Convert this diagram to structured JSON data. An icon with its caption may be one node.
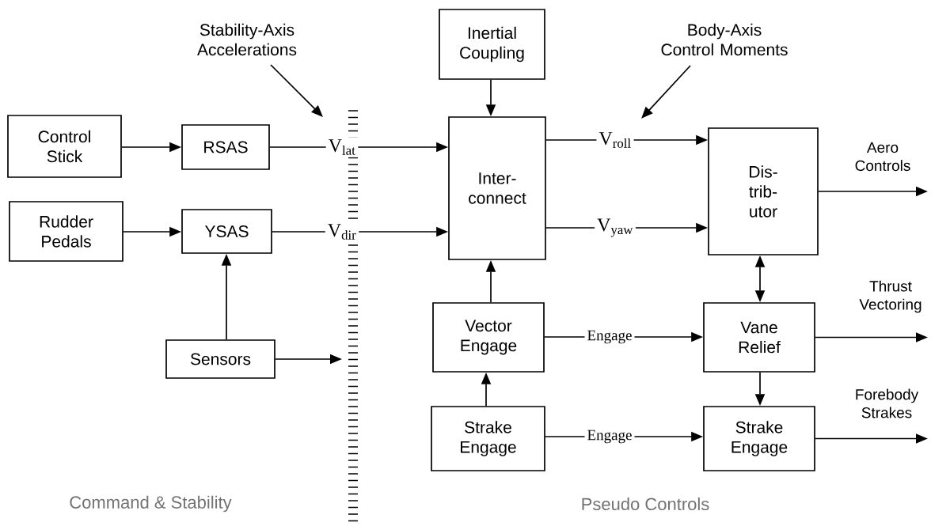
{
  "diagram": {
    "nodes": [
      {
        "text": [
          "Control Stick"
        ]
      },
      {
        "text": [
          "RSAS"
        ]
      },
      {
        "text": [
          "Rudder Pedals"
        ]
      },
      {
        "text": [
          "YSAS"
        ]
      },
      {
        "text": [
          "Sensors"
        ]
      },
      {
        "text": [
          "Inertial Coupling"
        ]
      },
      {
        "text": [
          "Inter- connect"
        ]
      },
      {
        "text": [
          "Dis- trib- utor"
        ]
      },
      {
        "text": [
          "Vector Engage"
        ]
      },
      {
        "text": [
          "Strake Engage"
        ]
      },
      {
        "text": [
          "Vane Relief"
        ]
      },
      {
        "text": [
          "Strake Engage"
        ]
      },
      {
        "text": [
          "Stability-Axis Accelerations"
        ]
      },
      {
        "text": [
          "Body-Axis Control Moments"
        ]
      }
    ],
    "edges": [
      {
        "from": 0,
        "to": 1,
        "arrow": "to"
      },
      {
        "from": 2,
        "to": 3,
        "arrow": "to"
      },
      {
        "from": 1,
        "to": 6,
        "arrow": "to",
        "label": "V$_{lat}$"
      },
      {
        "from": 3,
        "to": 6,
        "arrow": "to",
        "label": "V$_{dir}$"
      },
      {
        "from": 4,
        "to": 3,
        "arrow": "to"
      },
      {
        "from": 4,
        "to": null,
        "arrow": "to"
      },
      {
        "from": 5,
        "to": 6,
        "arrow": "to"
      },
      {
        "from": 6,
        "to": 7,
        "arrow": "to",
        "label": "V$_{roll}$"
      },
      {
        "from": 6,
        "to": 7,
        "arrow": "to",
        "label": "V$_{yaw}$"
      },
      {
        "from": 8,
        "to": 6,
        "arrow": "to"
      },
      {
        "from": 9,
        "to": 8,
        "arrow": "to"
      },
      {
        "from": 8,
        "to": 10,
        "arrow": "to",
        "label": "Engage"
      },
      {
        "from": 9,
        "to": 11,
        "arrow": "to",
        "label": "Engage"
      },
      {
        "from": 7,
        "to": 10,
        "arrow": "both"
      },
      {
        "from": 10,
        "to": 11,
        "arrow": "to"
      },
      {
        "from": 7,
        "to": null,
        "arrow": "to"
      },
      {
        "from": 10,
        "to": null,
        "arrow": "to"
      },
      {
        "from": 11,
        "to": null,
        "arrow": "to"
      },
      {
        "from": 12,
        "to": null,
        "arrow": "to"
      },
      {
        "from": 13,
        "to": null,
        "arrow": "to"
      }
    ],
    "labels": [
      "Aero Controls",
      "Thrust Vectoring",
      "Forebody Strakes",
      "Command & Stability",
      "Pseudo Controls"
    ]
  }
}
